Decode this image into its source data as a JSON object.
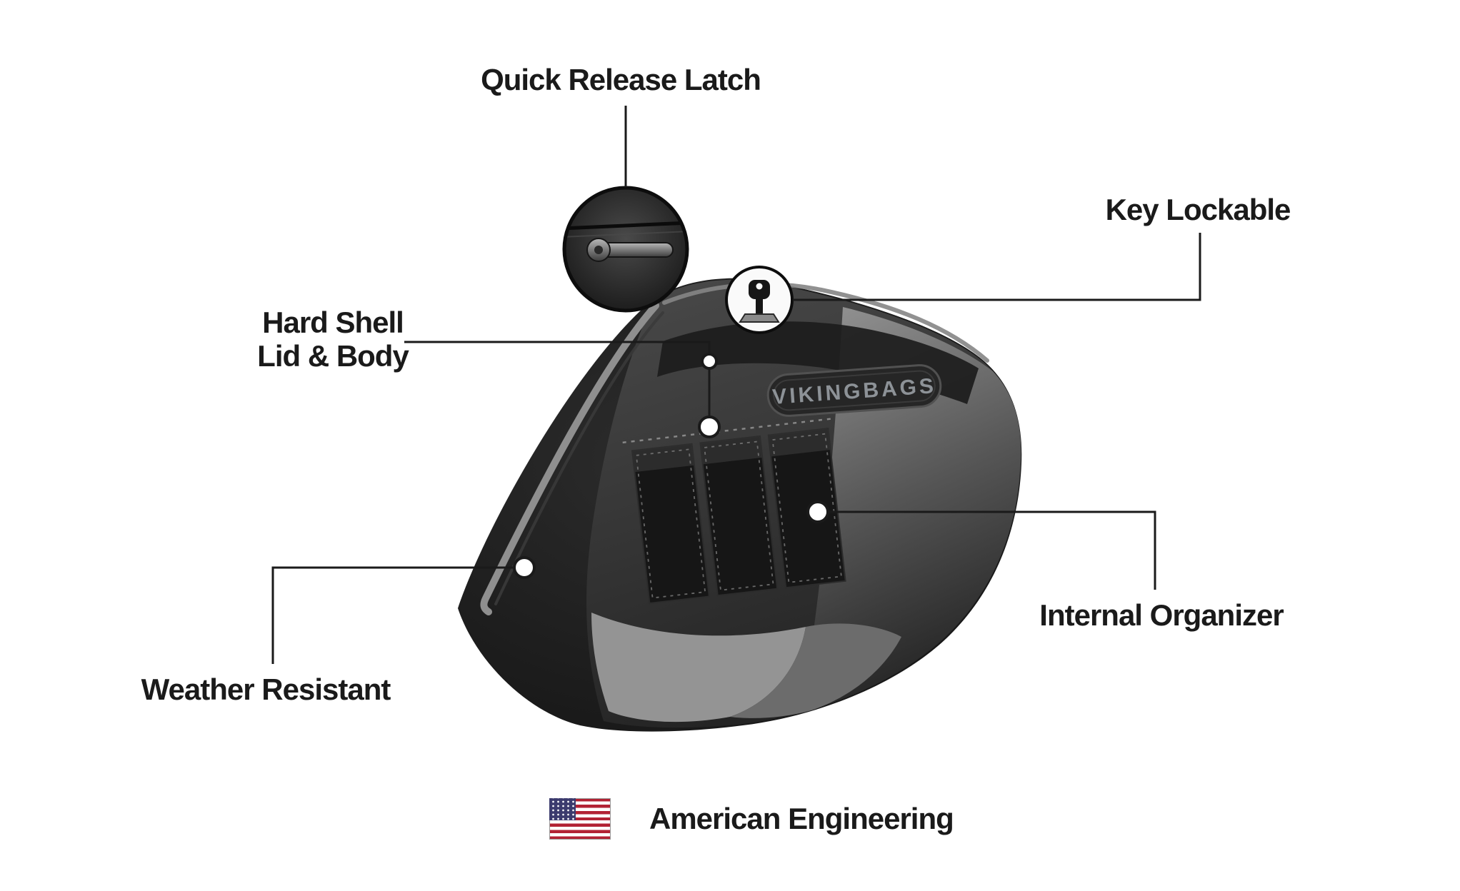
{
  "diagram": {
    "name": "hard-shell-motorcycle-saddlebag-features",
    "background": "#ffffff"
  },
  "labels": {
    "quick_release": "Quick Release Latch",
    "key_lockable": "Key Lockable",
    "hard_shell": {
      "line1": "Hard Shell",
      "line2": "Lid & Body"
    },
    "weather_resistant": "Weather Resistant",
    "internal_organizer": "Internal Organizer",
    "american_engineering": "American Engineering"
  },
  "product": {
    "logo_text": "VIKINGBAGS"
  },
  "icons": {
    "flag": "us-flag-icon",
    "key": "key-icon",
    "latch": "latch-lever-icon"
  },
  "colors": {
    "text": "#1a1a1a",
    "callout_line": "#1a1a1a",
    "bag_shell": "#1d1d1d",
    "trim_gray": "#8f8f8f",
    "interior_floor": "#949494",
    "flag_red": "#b22234",
    "flag_blue": "#3c3b6e",
    "logo_text": "#8d9297"
  }
}
